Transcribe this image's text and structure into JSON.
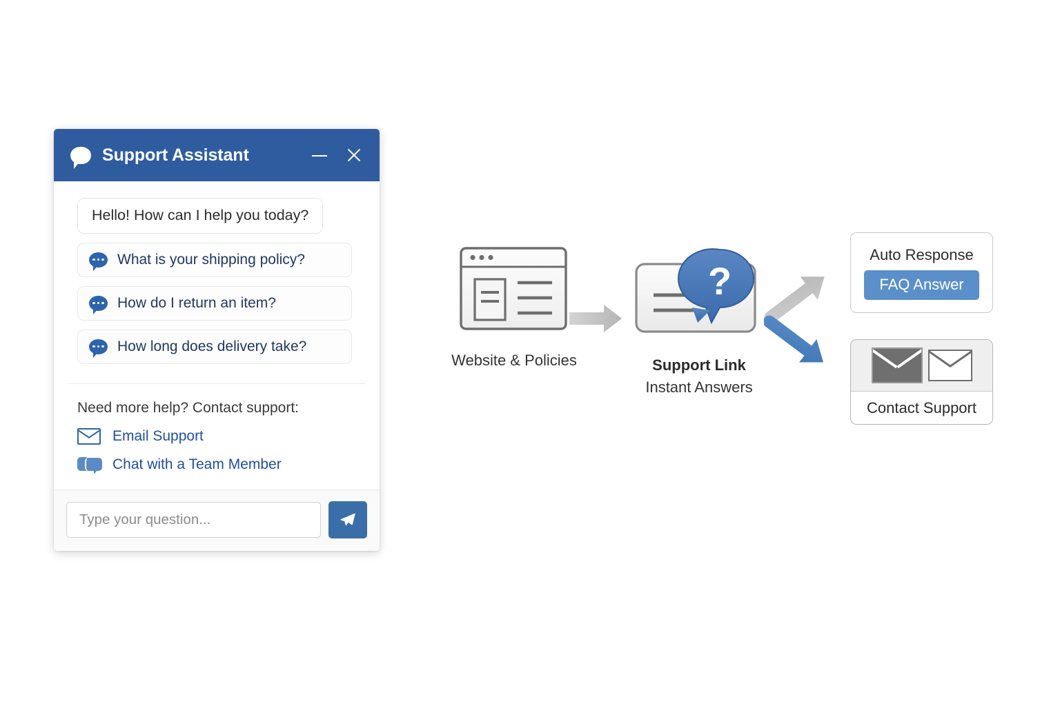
{
  "widget": {
    "header": {
      "title": "Support Assistant",
      "logo_icon": "speech-bubble-icon",
      "minimize_icon": "minimize-icon",
      "close_icon": "close-icon"
    },
    "greeting": "Hello! How can I help you today?",
    "suggestions": [
      {
        "icon": "chat-dots-icon",
        "label": "What is your shipping policy?"
      },
      {
        "icon": "chat-dots-icon",
        "label": "How do I return an item?"
      },
      {
        "icon": "chat-dots-icon",
        "label": "How long does delivery take?"
      }
    ],
    "help_prompt": "Need more help? Contact support:",
    "contact_links": [
      {
        "icon": "envelope-icon",
        "label": "Email Support"
      },
      {
        "icon": "chat-pair-icon",
        "label": "Chat with a Team Member"
      }
    ],
    "input": {
      "value": "",
      "placeholder": "Type your question...",
      "send_icon": "paper-plane-icon"
    }
  },
  "diagram": {
    "nodes": [
      {
        "id": "website",
        "icon": "browser-window-icon",
        "label": "Website & Policies",
        "sublabel": ""
      },
      {
        "id": "support-link",
        "icon": "card-question-bubble-icon",
        "label": "Support Link",
        "sublabel": "Instant Answers"
      }
    ],
    "auto_response": {
      "title": "Auto Response",
      "button_label": "FAQ Answer"
    },
    "contact_support": {
      "title": "Contact Support",
      "icons": [
        "envelope-filled-icon",
        "envelope-outline-icon"
      ]
    },
    "arrows": [
      {
        "id": "website-to-support",
        "style": "straight",
        "color": "#c4c4c4"
      },
      {
        "id": "support-to-auto",
        "style": "diagonal-up",
        "color": "#c4c4c4"
      },
      {
        "id": "support-to-contact",
        "style": "diagonal-down",
        "color": "#4a80bf"
      }
    ]
  },
  "colors": {
    "header_blue": "#2f5c9e",
    "accent_blue": "#2d64ad",
    "link_blue": "#1f4f9e",
    "button_blue": "#5b8fc9",
    "send_blue": "#3a6ea8",
    "arrow_gray": "#c4c4c4",
    "arrow_blue": "#4a80bf",
    "icon_gray": "#6f6f6f",
    "page_background": "#ffffff"
  }
}
